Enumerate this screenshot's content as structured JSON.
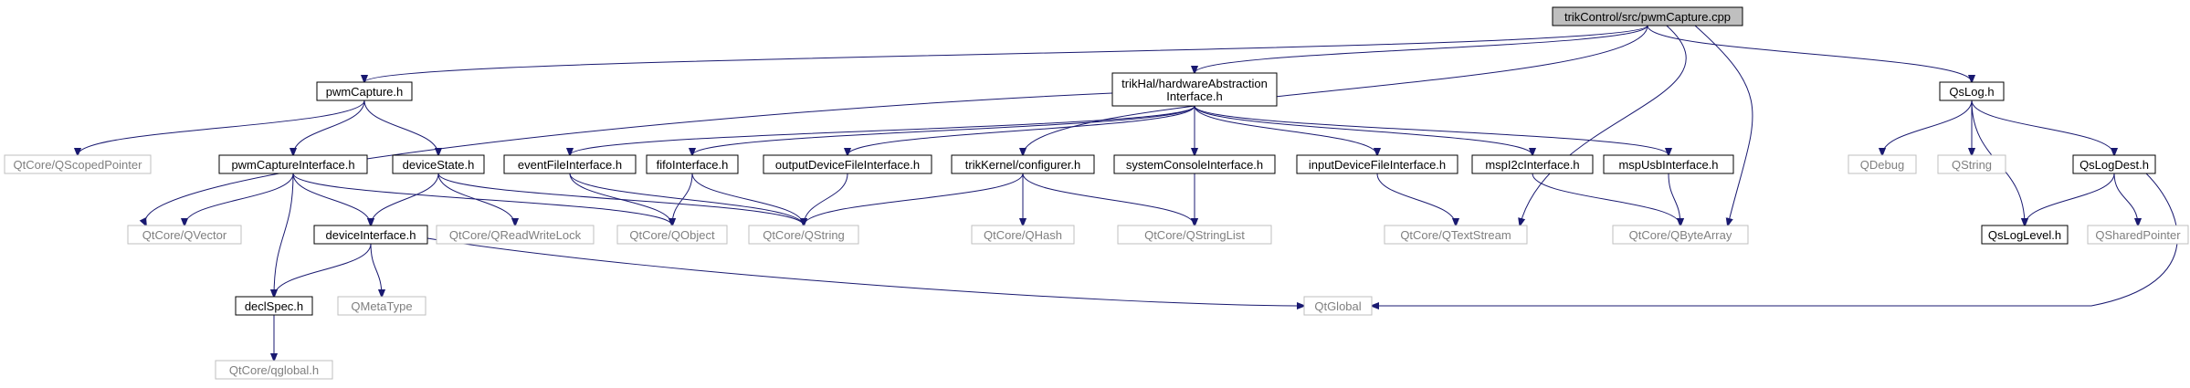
{
  "colors": {
    "edge": "#191970",
    "root_fill": "#bfbfbf",
    "doc_border": "#000000",
    "external_border": "#bfbfbf",
    "external_text": "#7f7f7f"
  },
  "nodes": {
    "root": "trikControl/src/pwmCapture.cpp",
    "pwmCapture_h": "pwmCapture.h",
    "hal_line1": "trikHal/hardwareAbstraction",
    "hal_line2": "Interface.h",
    "qslog_h": "QsLog.h",
    "qscopedpointer": "QtCore/QScopedPointer",
    "pwmCaptureInterface_h": "pwmCaptureInterface.h",
    "deviceState_h": "deviceState.h",
    "eventFileInterface_h": "eventFileInterface.h",
    "fifoInterface_h": "fifoInterface.h",
    "outputDeviceFileInterface_h": "outputDeviceFileInterface.h",
    "configurer_h": "trikKernel/configurer.h",
    "systemConsoleInterface_h": "systemConsoleInterface.h",
    "inputDeviceFileInterface_h": "inputDeviceFileInterface.h",
    "mspI2cInterface_h": "mspI2cInterface.h",
    "mspUsbInterface_h": "mspUsbInterface.h",
    "qdebug": "QDebug",
    "qstring_plain": "QString",
    "qslogdest_h": "QsLogDest.h",
    "qvector": "QtCore/QVector",
    "deviceInterface_h": "deviceInterface.h",
    "qreadwritelock": "QtCore/QReadWriteLock",
    "qobject": "QtCore/QObject",
    "qstring": "QtCore/QString",
    "qhash": "QtCore/QHash",
    "qstringlist": "QtCore/QStringList",
    "qtextstream": "QtCore/QTextStream",
    "qbytearray": "QtCore/QByteArray",
    "qsloglevel_h": "QsLogLevel.h",
    "qsharedpointer": "QSharedPointer",
    "declspec_h": "declSpec.h",
    "qmetatype": "QMetaType",
    "qtglobal": "QtGlobal",
    "qglobal_h": "QtCore/qglobal.h"
  },
  "edges": [
    [
      "root",
      "pwmCapture_h"
    ],
    [
      "root",
      "hal"
    ],
    [
      "root",
      "configurer_h"
    ],
    [
      "root",
      "qtextstream"
    ],
    [
      "root",
      "qbytearray"
    ],
    [
      "root",
      "qslog_h"
    ],
    [
      "pwmCapture_h",
      "qscopedpointer"
    ],
    [
      "pwmCapture_h",
      "pwmCaptureInterface_h"
    ],
    [
      "pwmCapture_h",
      "deviceState_h"
    ],
    [
      "hal",
      "qvector"
    ],
    [
      "hal",
      "eventFileInterface_h"
    ],
    [
      "hal",
      "fifoInterface_h"
    ],
    [
      "hal",
      "outputDeviceFileInterface_h"
    ],
    [
      "hal",
      "systemConsoleInterface_h"
    ],
    [
      "hal",
      "inputDeviceFileInterface_h"
    ],
    [
      "hal",
      "mspI2cInterface_h"
    ],
    [
      "hal",
      "mspUsbInterface_h"
    ],
    [
      "qslog_h",
      "qdebug"
    ],
    [
      "qslog_h",
      "qstring_plain"
    ],
    [
      "qslog_h",
      "qslogdest_h"
    ],
    [
      "qslog_h",
      "qsloglevel_h"
    ],
    [
      "pwmCaptureInterface_h",
      "qvector"
    ],
    [
      "pwmCaptureInterface_h",
      "deviceInterface_h"
    ],
    [
      "pwmCaptureInterface_h",
      "qobject"
    ],
    [
      "pwmCaptureInterface_h",
      "declspec_h"
    ],
    [
      "deviceState_h",
      "deviceInterface_h"
    ],
    [
      "deviceState_h",
      "qreadwritelock"
    ],
    [
      "deviceState_h",
      "qstring"
    ],
    [
      "eventFileInterface_h",
      "qobject"
    ],
    [
      "eventFileInterface_h",
      "qstring"
    ],
    [
      "fifoInterface_h",
      "qobject"
    ],
    [
      "fifoInterface_h",
      "qstring"
    ],
    [
      "outputDeviceFileInterface_h",
      "qstring"
    ],
    [
      "configurer_h",
      "qstring"
    ],
    [
      "configurer_h",
      "qhash"
    ],
    [
      "configurer_h",
      "qstringlist"
    ],
    [
      "systemConsoleInterface_h",
      "qstringlist"
    ],
    [
      "inputDeviceFileInterface_h",
      "qtextstream"
    ],
    [
      "mspI2cInterface_h",
      "qbytearray"
    ],
    [
      "mspUsbInterface_h",
      "qbytearray"
    ],
    [
      "qslogdest_h",
      "qsloglevel_h"
    ],
    [
      "qslogdest_h",
      "qsharedpointer"
    ],
    [
      "qslogdest_h",
      "qtglobal"
    ],
    [
      "deviceInterface_h",
      "declspec_h"
    ],
    [
      "deviceInterface_h",
      "qmetatype"
    ],
    [
      "deviceInterface_h",
      "qtglobal"
    ],
    [
      "declspec_h",
      "qglobal_h"
    ]
  ]
}
